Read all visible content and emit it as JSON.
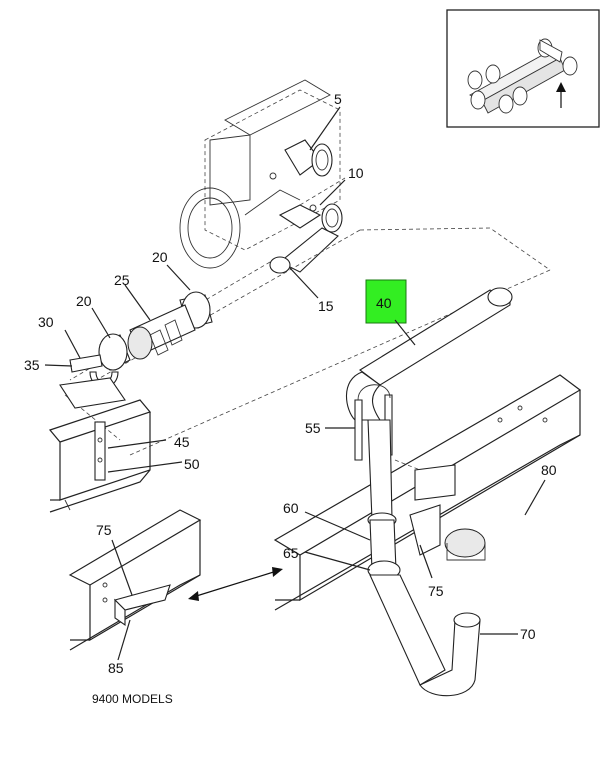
{
  "callouts": {
    "c5": "5",
    "c10": "10",
    "c15": "15",
    "c20a": "20",
    "c20b": "20",
    "c25": "25",
    "c30": "30",
    "c35": "35",
    "c40": "40",
    "c45": "45",
    "c50": "50",
    "c55": "55",
    "c60": "60",
    "c65": "65",
    "c70": "70",
    "c75a": "75",
    "c75b": "75",
    "c80": "80",
    "c85": "85"
  },
  "caption": "9400 MODELS",
  "highlight": {
    "part": "40",
    "color": "#33ee22"
  }
}
